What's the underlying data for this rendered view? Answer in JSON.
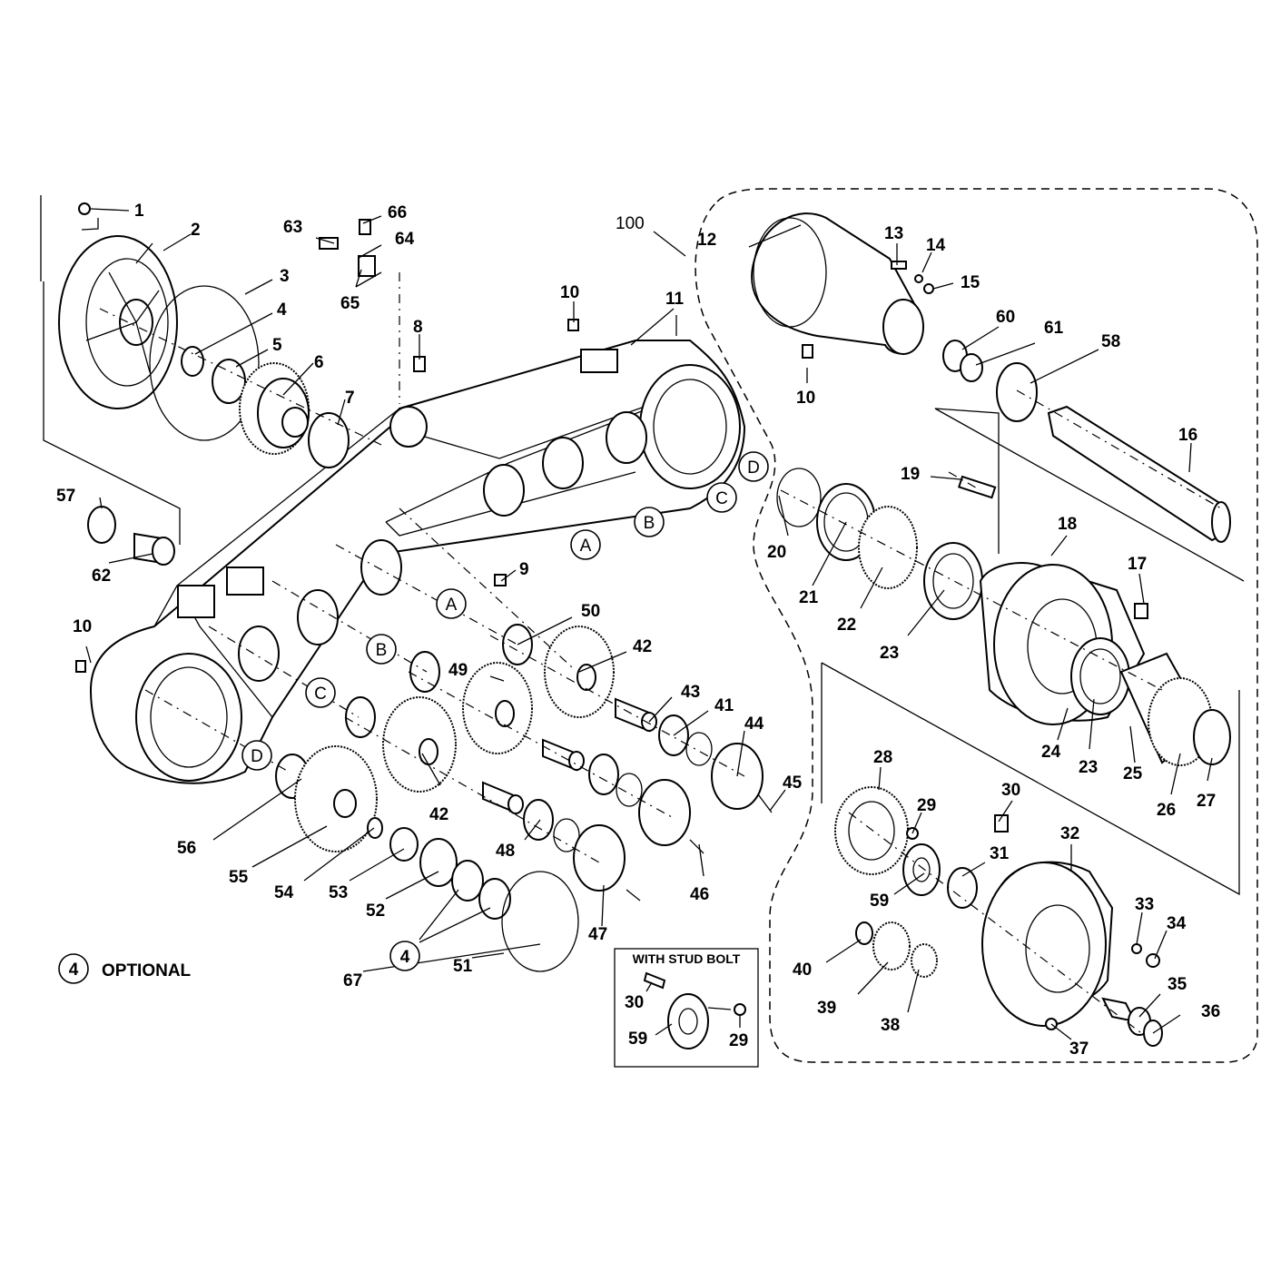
{
  "labels": {
    "n1": "1",
    "n2": "2",
    "n3": "3",
    "n4": "4",
    "n5": "5",
    "n6": "6",
    "n7": "7",
    "n8": "8",
    "n9": "9",
    "n10a": "10",
    "n10b": "10",
    "n10c": "10",
    "n11": "11",
    "n12": "12",
    "n13": "13",
    "n14": "14",
    "n15": "15",
    "n16": "16",
    "n17": "17",
    "n18": "18",
    "n19": "19",
    "n20": "20",
    "n21": "21",
    "n22": "22",
    "n23a": "23",
    "n23b": "23",
    "n24": "24",
    "n25": "25",
    "n26": "26",
    "n27": "27",
    "n28": "28",
    "n29a": "29",
    "n29b": "29",
    "n30a": "30",
    "n30b": "30",
    "n31": "31",
    "n32": "32",
    "n33": "33",
    "n34": "34",
    "n35": "35",
    "n36": "36",
    "n37": "37",
    "n38": "38",
    "n39": "39",
    "n40": "40",
    "n41": "41",
    "n42a": "42",
    "n42b": "42",
    "n43": "43",
    "n44": "44",
    "n45": "45",
    "n46": "46",
    "n47": "47",
    "n48": "48",
    "n49": "49",
    "n50": "50",
    "n51": "51",
    "n52": "52",
    "n53": "53",
    "n54": "54",
    "n55": "55",
    "n56": "56",
    "n57": "57",
    "n58": "58",
    "n59a": "59",
    "n59b": "59",
    "n60": "60",
    "n61": "61",
    "n62": "62",
    "n63": "63",
    "n64": "64",
    "n65": "65",
    "n66": "66",
    "n67": "67",
    "n100": "100"
  },
  "callouts": {
    "a1": "A",
    "a2": "A",
    "b1": "B",
    "b2": "B",
    "c1": "C",
    "c2": "C",
    "d1": "D",
    "d2": "D",
    "four": "4"
  },
  "legend": {
    "optional_text": "OPTIONAL"
  },
  "inset": {
    "title": "WITH STUD BOLT"
  }
}
